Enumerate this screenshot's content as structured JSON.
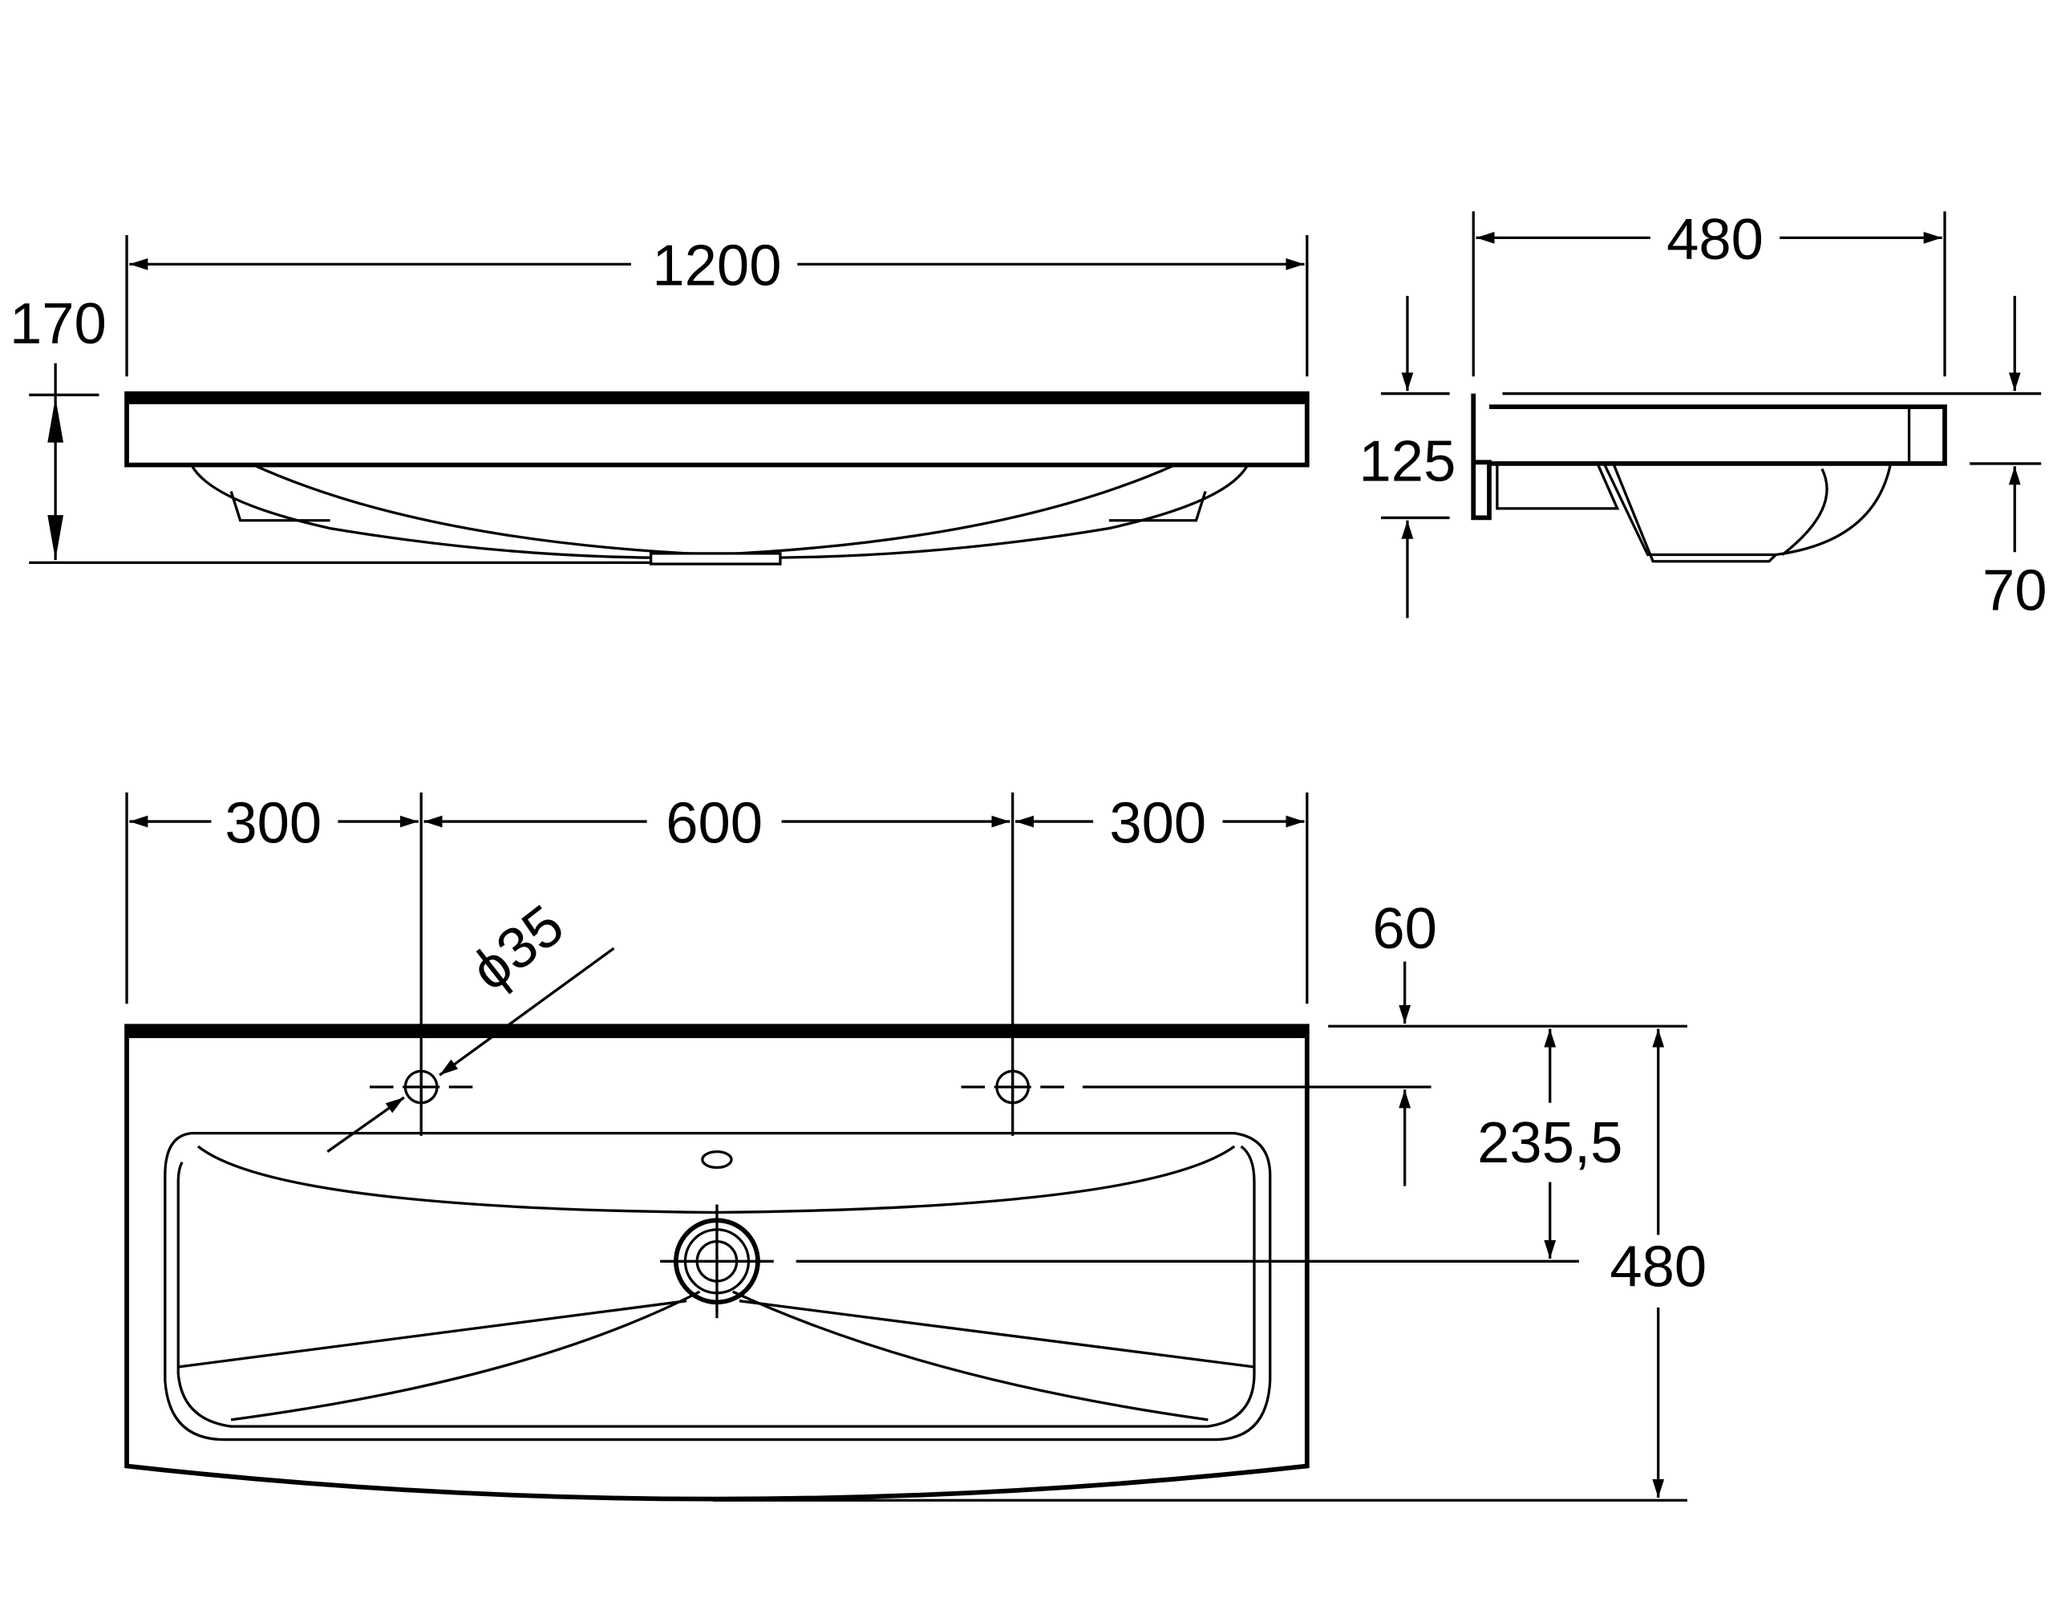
{
  "drawing": {
    "front_view": {
      "width_label": "1200",
      "height_label": "170"
    },
    "side_view": {
      "depth_label": "480",
      "rim_height_label": "125",
      "bowl_offset_label": "70"
    },
    "top_view": {
      "left_offset_label": "300",
      "tap_spacing_label": "600",
      "right_offset_label": "300",
      "hole_diameter_label": "ϕ35",
      "back_edge_label": "60",
      "drain_distance_label": "235,5",
      "depth_label": "480"
    }
  }
}
